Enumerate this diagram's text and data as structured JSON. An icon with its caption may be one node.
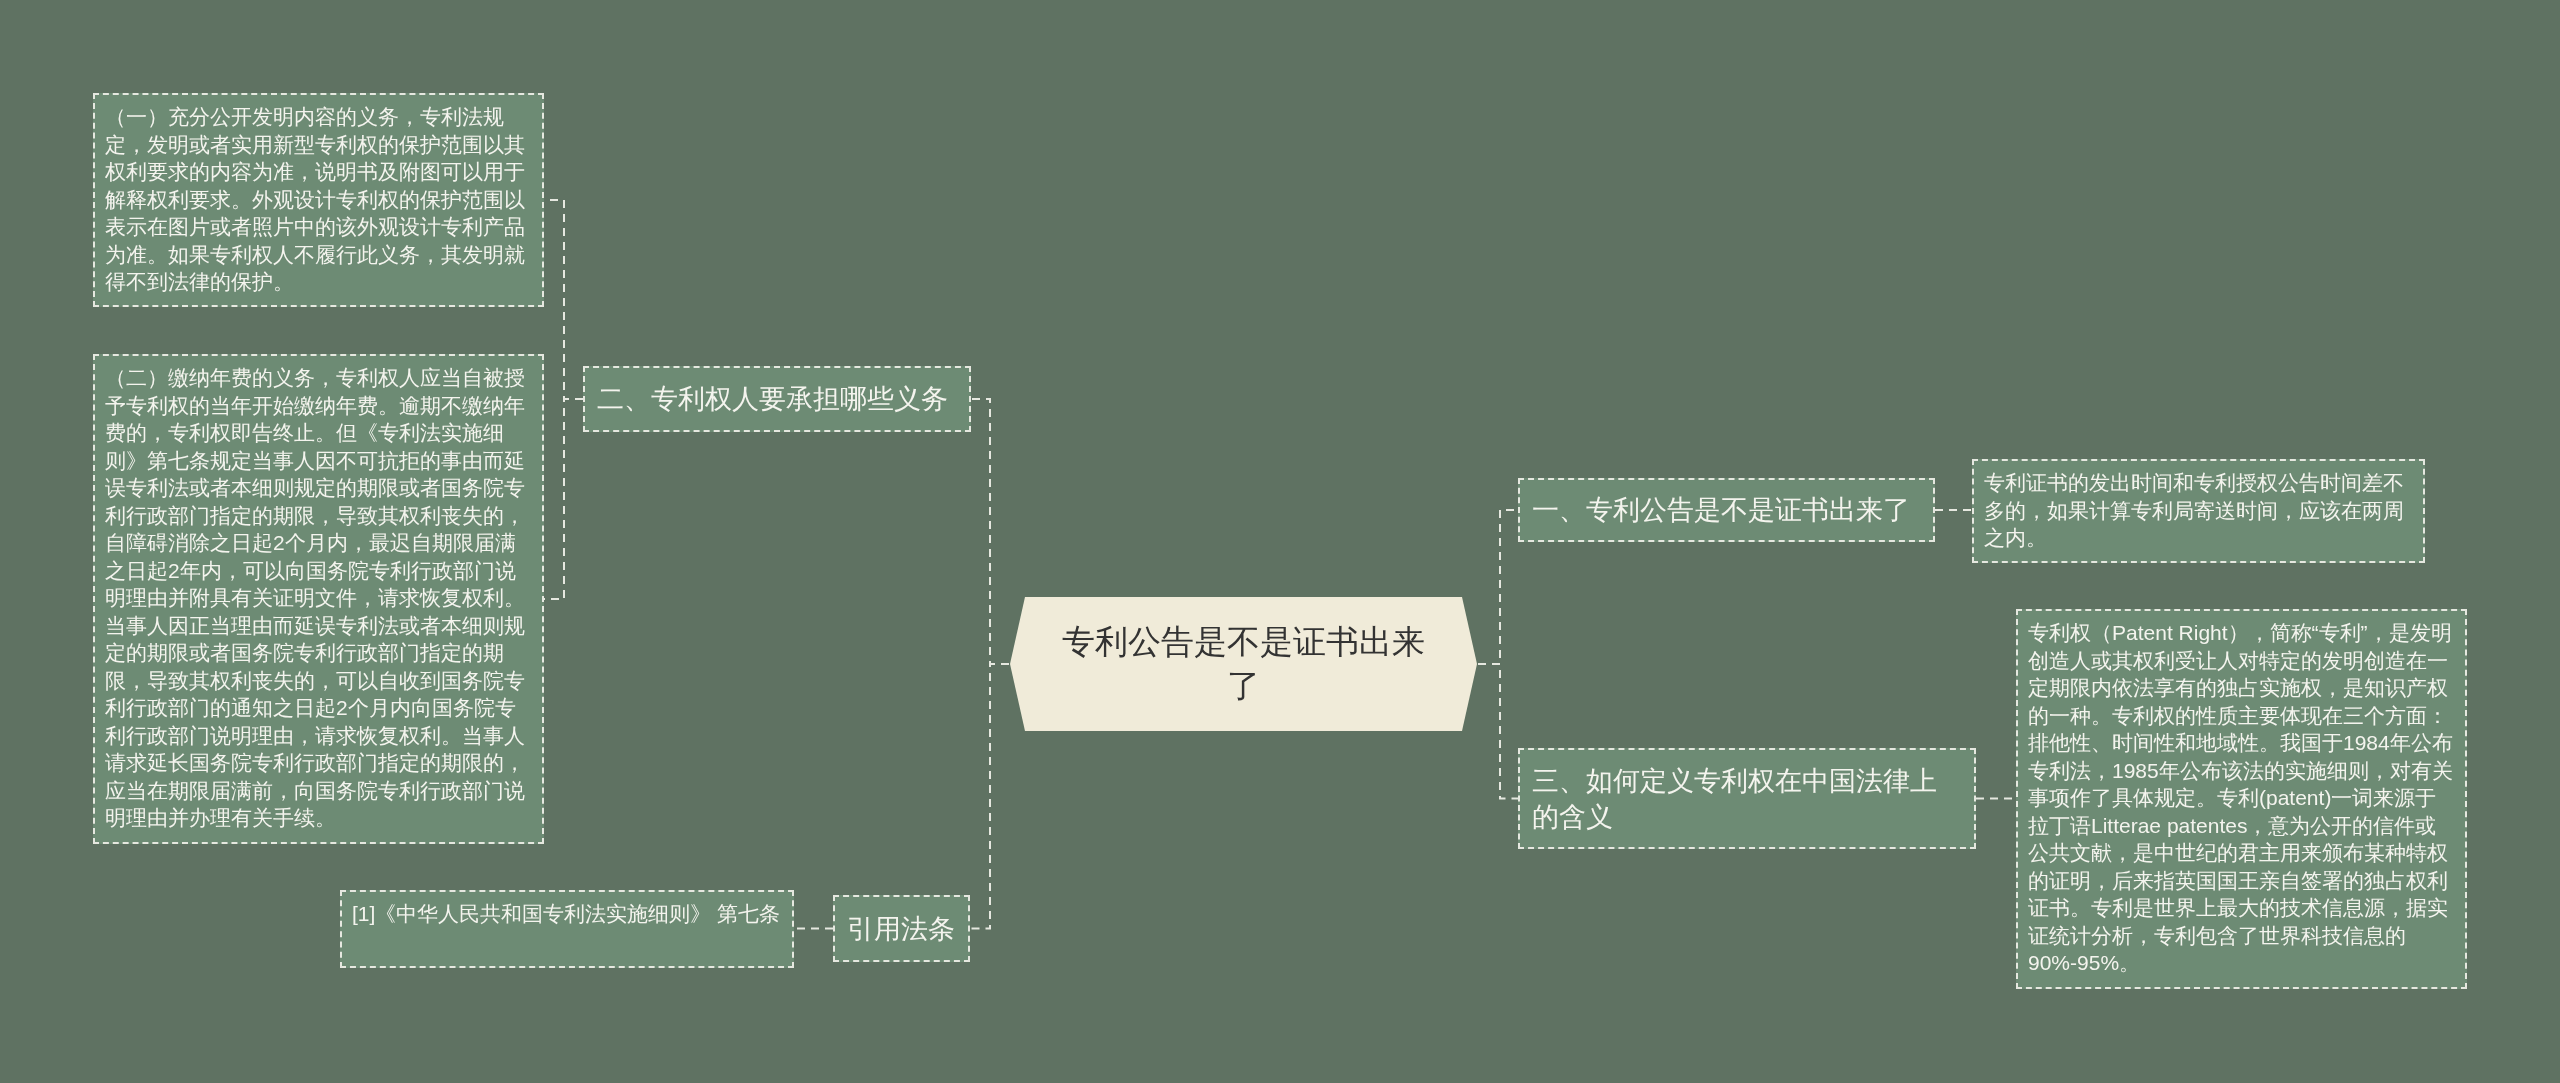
{
  "diagram": {
    "nodes": [
      {
        "text": [
          "专利公告是不是证书出来了"
        ]
      },
      {
        "text": [
          "二、专利权人要承担哪些义务"
        ]
      },
      {
        "text": [
          "（一）充分公开发明内容的义务，专利法规定，发明或者实用新型专利权的保护范围以其权利要求的内容为准，说明书及附图可以用于解释权利要求。外观设计专利权的保护范围以表示在图片或者照片中的该外观设计专利产品为准。如果专利权人不履行此义务，其发明就得不到法律的保护。"
        ]
      },
      {
        "text": [
          "（二）缴纳年费的义务，专利权人应当自被授予专利权的当年开始缴纳年费。逾期不缴纳年费的，专利权即告终止。但《专利法实施细则》第七条规定当事人因不可抗拒的事由而延误专利法或者本细则规定的期限或者国务院专利行政部门指定的期限，导致其权利丧失的，自障碍消除之日起2个月内，最迟自期限届满之日起2年内，可以向国务院专利行政部门说明理由并附具有关证明文件，请求恢复权利。当事人因正当理由而延误专利法或者本细则规定的期限或者国务院专利行政部门指定的期限，导致其权利丧失的，可以自收到国务院专利行政部门的通知之日起2个月内向国务院专利行政部门说明理由，请求恢复权利。当事人请求延长国务院专利行政部门指定的期限的，应当在期限届满前，向国务院专利行政部门说明理由并办理有关手续。"
        ]
      },
      {
        "text": [
          "引用法条"
        ]
      },
      {
        "text": [
          "[1]《中华人民共和国专利法实施细则》 第七条"
        ]
      },
      {
        "text": [
          "一、专利公告是不是证书出来了"
        ]
      },
      {
        "text": [
          "专利证书的发出时间和专利授权公告时间差不多的，如果计算专利局寄送时间，应该在两周之内。"
        ]
      },
      {
        "text": [
          "三、如何定义专利权在中国法律上的含义"
        ]
      },
      {
        "text": [
          "专利权（Patent Right），简称“专利”，是发明创造人或其权利受让人对特定的发明创造在一定期限内依法享有的独占实施权，是知识产权的一种。专利权的性质主要体现在三个方面：排他性、时间性和地域性。我国于1984年公布专利法，1985年公布该法的实施细则，对有关事项作了具体规定。专利(patent)一词来源于拉丁语Litterae patentes，意为公开的信件或公共文献，是中世纪的君主用来颁布某种特权的证明，后来指英国国王亲自签署的独占权利证书。专利是世界上最大的技术信息源，据实证统计分析，专利包含了世界科技信息的90%-95%。"
        ]
      }
    ],
    "edges": [
      {
        "from": 0,
        "to": 1,
        "arrow": "none"
      },
      {
        "from": 1,
        "to": 2,
        "arrow": "none"
      },
      {
        "from": 1,
        "to": 3,
        "arrow": "none"
      },
      {
        "from": 0,
        "to": 4,
        "arrow": "none"
      },
      {
        "from": 4,
        "to": 5,
        "arrow": "none"
      },
      {
        "from": 0,
        "to": 6,
        "arrow": "none"
      },
      {
        "from": 6,
        "to": 7,
        "arrow": "none"
      },
      {
        "from": 0,
        "to": 8,
        "arrow": "none"
      },
      {
        "from": 8,
        "to": 9,
        "arrow": "none"
      }
    ]
  }
}
